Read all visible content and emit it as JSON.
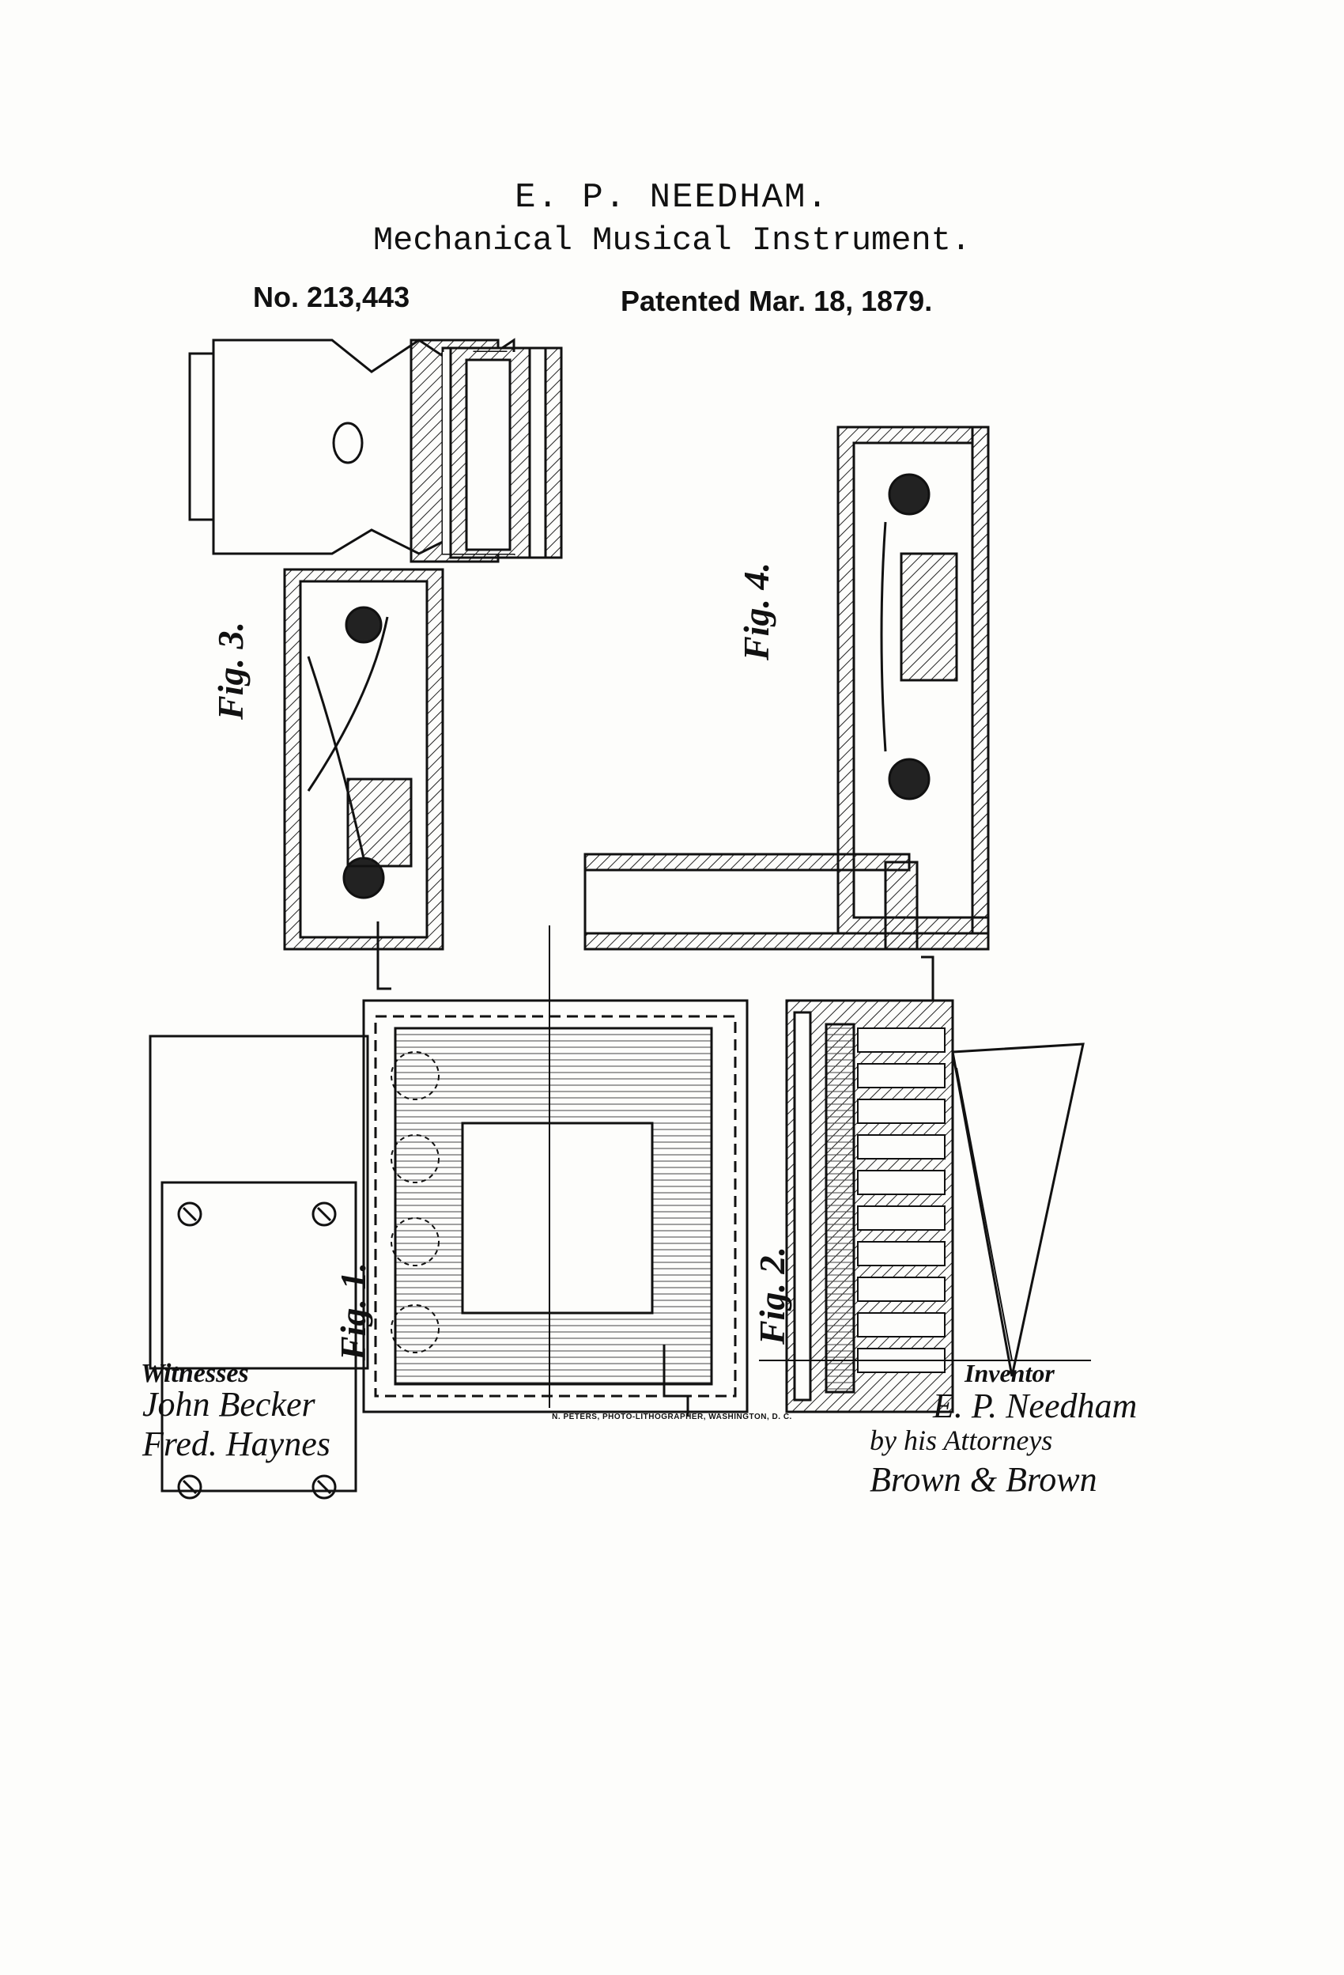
{
  "header": {
    "inventor_name": "E. P. NEEDHAM.",
    "title": "Mechanical Musical Instrument.",
    "patent_number": "No. 213,443",
    "patent_date": "Patented Mar. 18, 1879."
  },
  "figures": {
    "fig1": "Fig. 1.",
    "fig2": "Fig. 2.",
    "fig3": "Fig. 3.",
    "fig4": "Fig. 4."
  },
  "witnesses": {
    "label": "Witnesses",
    "names": [
      "John Becker",
      "Fred. Haynes"
    ]
  },
  "inventor_block": {
    "label": "Inventor",
    "signature": "E. P. Needham",
    "attorneys_line": "by his Attorneys",
    "attorneys": "Brown & Brown"
  },
  "printer_credit": "N. PETERS, PHOTO-LITHOGRAPHER, WASHINGTON, D. C."
}
